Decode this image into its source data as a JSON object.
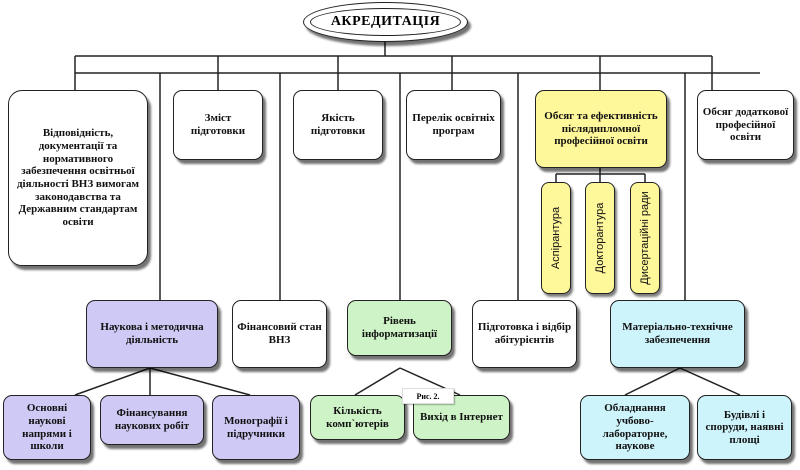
{
  "title": "АКРЕДИТАЦІЯ",
  "top_boxes": [
    "Відповідність, документації та нормативного забезпечення освітньої діяльності ВНЗ вимогам законодавства та Державним стандартам освіти",
    "Зміст підготовки",
    "Якість підготовки",
    "Перелік освітніх програм",
    "Обсяг та ефективність післядипломної професійної освіти",
    "Обсяг додаткової професійної освіти"
  ],
  "postgrad_items": [
    "Аспірантура",
    "Докторантура",
    "Дисертаційні ради"
  ],
  "middle_boxes": [
    "Наукова і методична діяльність",
    "Фінансовий стан ВНЗ",
    "Рівень інформатизації",
    "Підготовка і відбір абітурієнтів",
    "Матеріально-технічне забезпечення"
  ],
  "bottom_boxes": [
    "Основні наукові напрями і школи",
    "Фінансування наукових робіт",
    "Монографії і підручники",
    "Кількість комп`ютерів",
    "Вихід в Інтернет",
    "Обладнання учбово-лабораторне, наукове",
    "Будівлі і споруди, наявні площі"
  ],
  "caption": "Рис. 2.",
  "colors": {
    "yellow": "#fff89a",
    "purple": "#cfc9f5",
    "green": "#cdf3c6",
    "cyan": "#cdf3fb",
    "line": "#222222"
  }
}
